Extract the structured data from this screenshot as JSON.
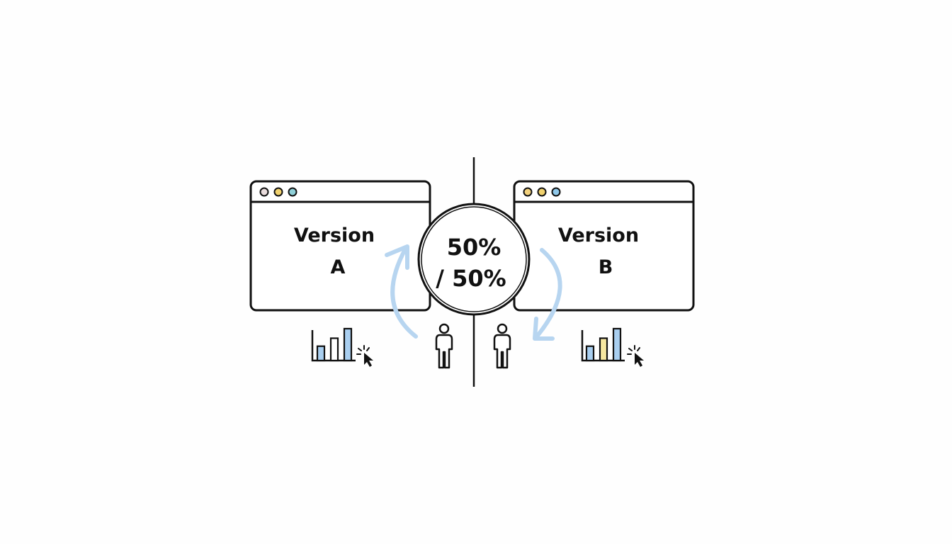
{
  "split": {
    "line1": "50%",
    "line2": "/ 50%"
  },
  "version_a": {
    "line1": "Version",
    "line2": "A",
    "dots": [
      "#e9dcdc",
      "#f1d26e",
      "#8fd0d8"
    ],
    "bars": [
      {
        "level": 0.45,
        "color": "#a9cff0"
      },
      {
        "level": 0.7,
        "color": "#ffffff"
      },
      {
        "level": 1.0,
        "color": "#a9cff0"
      }
    ]
  },
  "version_b": {
    "line1": "Version",
    "line2": "B",
    "dots": [
      "#f3d27e",
      "#f1d26e",
      "#8fc8ea"
    ],
    "bars": [
      {
        "level": 0.45,
        "color": "#a9cff0"
      },
      {
        "level": 0.7,
        "color": "#f6e7a0"
      },
      {
        "level": 1.0,
        "color": "#a9cff0"
      }
    ]
  },
  "colors": {
    "stroke": "#111111",
    "arrow": "#b7d5f0"
  },
  "icons": [
    "browser-window-icon",
    "person-icon",
    "bar-chart-icon",
    "click-cursor-icon",
    "cycle-arrow-icon"
  ]
}
